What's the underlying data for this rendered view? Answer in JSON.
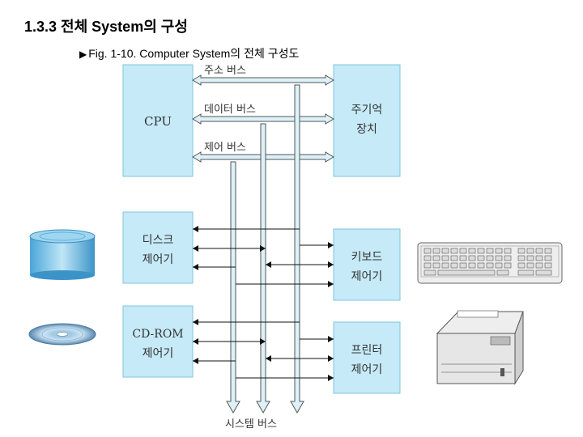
{
  "heading": "1.3.3 전체 System의 구성",
  "caption": {
    "marker": "▶",
    "text": "Fig. 1-10. Computer System의 전체 구성도"
  },
  "diagram": {
    "buses": {
      "address": "주소 버스",
      "data": "데이터 버스",
      "control": "제어 버스",
      "system": "시스템 버스"
    },
    "blocks": {
      "cpu": "CPU",
      "memory": [
        "주기억",
        "장치"
      ],
      "disk_controller": [
        "디스크",
        "제어기"
      ],
      "cdrom_controller": [
        "CD-ROM",
        "제어기"
      ],
      "keyboard_controller": [
        "키보드",
        "제어기"
      ],
      "printer_controller": [
        "프린터",
        "제어기"
      ]
    },
    "devices": {
      "disk": "disk-drive-icon",
      "cdrom": "optical-disc-icon",
      "keyboard": "keyboard-icon",
      "printer": "printer-icon"
    },
    "colors": {
      "block_fill": "#c6eaf7",
      "bus_fill": "#dcf1f8"
    }
  }
}
